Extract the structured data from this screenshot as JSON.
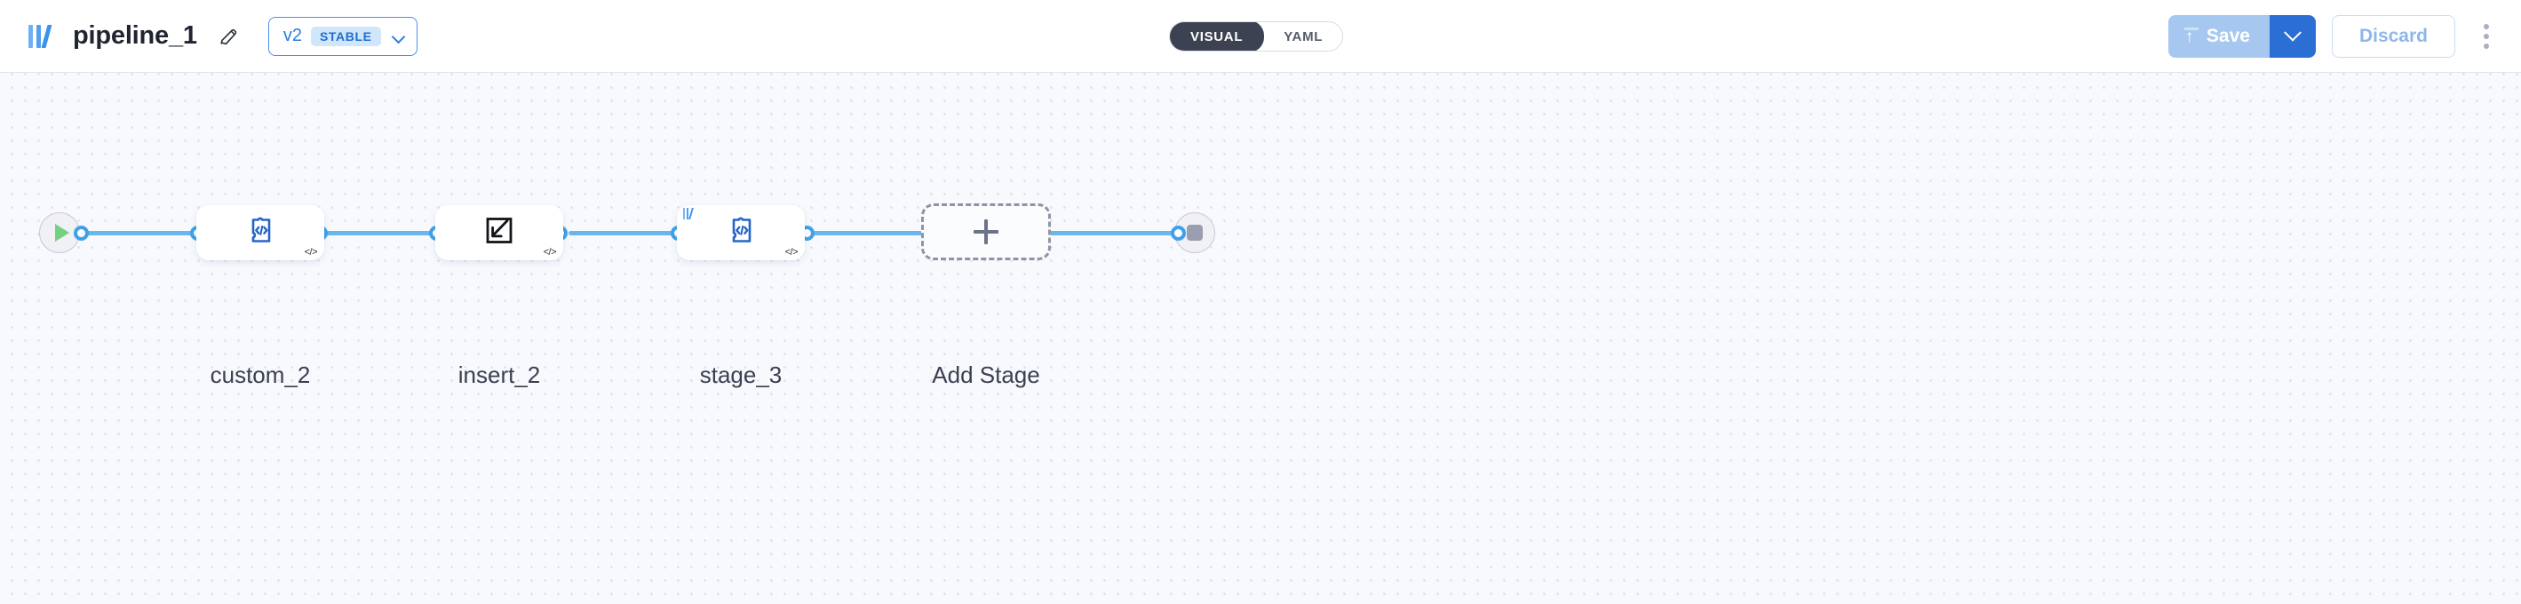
{
  "header": {
    "logo_icon": "pipeline-brand-icon",
    "title": "pipeline_1",
    "edit_icon": "pencil-icon",
    "version": {
      "label": "v2",
      "badge": "STABLE",
      "chevron_icon": "chevron-down-icon"
    },
    "mode_toggle": {
      "options": [
        {
          "label": "VISUAL",
          "active": true
        },
        {
          "label": "YAML",
          "active": false
        }
      ]
    },
    "actions": {
      "save_label": "Save",
      "save_icon": "upload-icon",
      "save_caret_icon": "chevron-down-icon",
      "save_enabled": false,
      "discard_label": "Discard",
      "discard_enabled": false,
      "more_icon": "kebab-menu-icon"
    },
    "colors": {
      "accent": "#2b7de0",
      "save_disabled": "#a6c8f0",
      "save_caret": "#2b6fd4",
      "toggle_active_bg": "#3d4252",
      "badge_bg": "#cfe6fb"
    }
  },
  "canvas": {
    "background": "#f7f9fd",
    "grid_dot_color": "#dfe3ee",
    "edge_color": "#69b6ee",
    "port_color": "#3fa2e8",
    "start_node": {
      "name": "start-node",
      "icon": "play-icon"
    },
    "end_node": {
      "name": "end-node",
      "icon": "stop-icon"
    },
    "stages": [
      {
        "label": "custom_2",
        "icon": "code-puzzle-icon",
        "badge": "</>",
        "tag": false
      },
      {
        "label": "insert_2",
        "icon": "insert-arrow-icon",
        "badge": "</>",
        "tag": false
      },
      {
        "label": "stage_3",
        "icon": "code-puzzle-icon",
        "badge": "</>",
        "tag": true
      }
    ],
    "add_stage": {
      "label": "Add Stage",
      "icon": "plus-icon"
    }
  }
}
